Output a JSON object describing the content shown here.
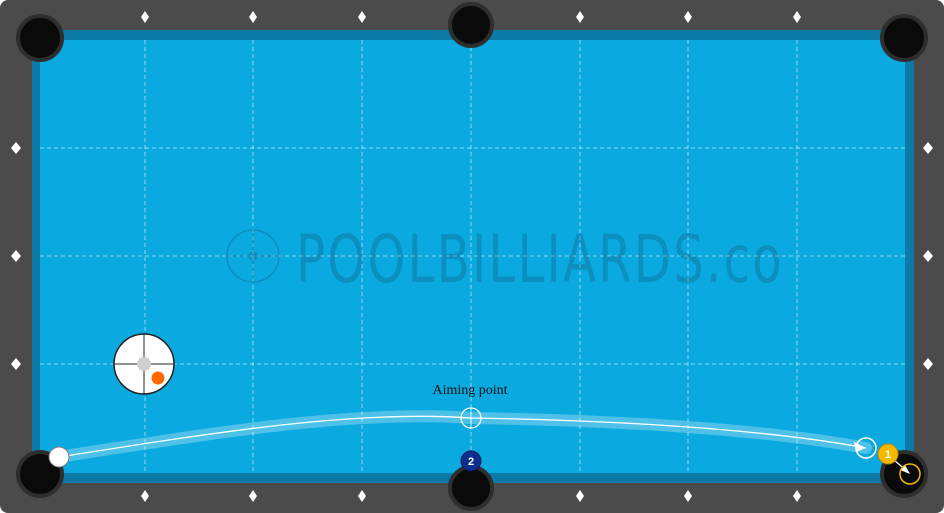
{
  "table": {
    "rail_color": "#4b4b4b",
    "cushion_color": "#0b7aa6",
    "cloth_color": "#0aa9df",
    "pocket_color": "#0a0a0a",
    "grid_color": "#ffffff",
    "diamond_color": "#ffffff"
  },
  "watermark": {
    "text": "POOLBILLIARDS.co",
    "icon": "crosshair-target-icon"
  },
  "cue_tip": {
    "icon": "cue-ball-english-icon",
    "hit_color": "#ff6a00"
  },
  "aiming_point": {
    "label": "Aiming point"
  },
  "balls": [
    {
      "id": "cue",
      "label": "",
      "color": "#ffffff",
      "text_color": "#000000"
    },
    {
      "id": "ghost",
      "label": "",
      "color": "#0aa9df",
      "text_color": "#ffffff"
    },
    {
      "id": "2",
      "label": "2",
      "color": "#0f2f8c",
      "text_color": "#ffffff"
    },
    {
      "id": "1",
      "label": "1",
      "color": "#f5b800",
      "text_color": "#ffffff"
    }
  ],
  "path_color": "#ffffff"
}
